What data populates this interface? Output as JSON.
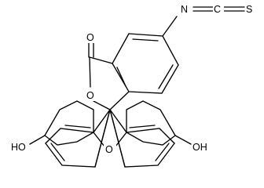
{
  "structure": {
    "atoms": {
      "C_ncs": "C",
      "N_ncs": "N",
      "S_ncs": "S",
      "O_carbonyl": "O",
      "O_lactone": "O",
      "O_xanthene": "O",
      "O_hydroxy_left": "HO",
      "O_hydroxy_right": "OH"
    }
  }
}
